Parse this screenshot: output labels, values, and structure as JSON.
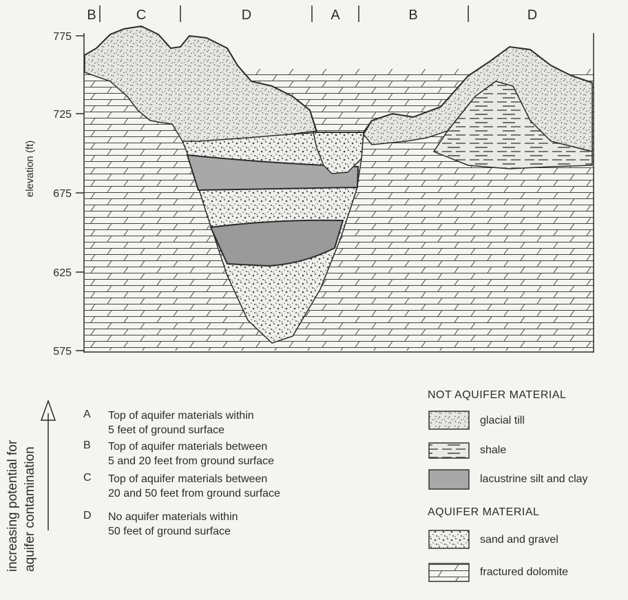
{
  "zone_labels": [
    "B",
    "C",
    "D",
    "A",
    "B",
    "D"
  ],
  "elevation_axis": {
    "label": "elevation (ft)",
    "ticks": [
      "775",
      "725",
      "675",
      "625",
      "575"
    ]
  },
  "potential_arrow": {
    "line1": "increasing potential for",
    "line2": "aquifer contamination"
  },
  "categories": [
    {
      "letter": "A",
      "line1": "Top of aquifer materials within",
      "line2": "5 feet of ground surface"
    },
    {
      "letter": "B",
      "line1": "Top of aquifer materials between",
      "line2": "5 and 20 feet from ground surface"
    },
    {
      "letter": "C",
      "line1": "Top of aquifer materials between",
      "line2": "20 and 50 feet from ground surface"
    },
    {
      "letter": "D",
      "line1": "No aquifer materials within",
      "line2": "50 feet of ground surface"
    }
  ],
  "legend": {
    "not_aquifer_heading": "NOT AQUIFER MATERIAL",
    "aquifer_heading": "AQUIFER MATERIAL",
    "items": {
      "glacial_till": "glacial till",
      "shale": "shale",
      "lacustrine": "lacustrine silt and clay",
      "sand_gravel": "sand and gravel",
      "dolomite": "fractured dolomite"
    }
  },
  "colors": {
    "ink": "#2b2b2b",
    "background": "#f4f4f1",
    "lacustrine_fill": "#a8a8a8",
    "till_fill": "#e6e6e2",
    "sand_fill": "#efefec"
  }
}
